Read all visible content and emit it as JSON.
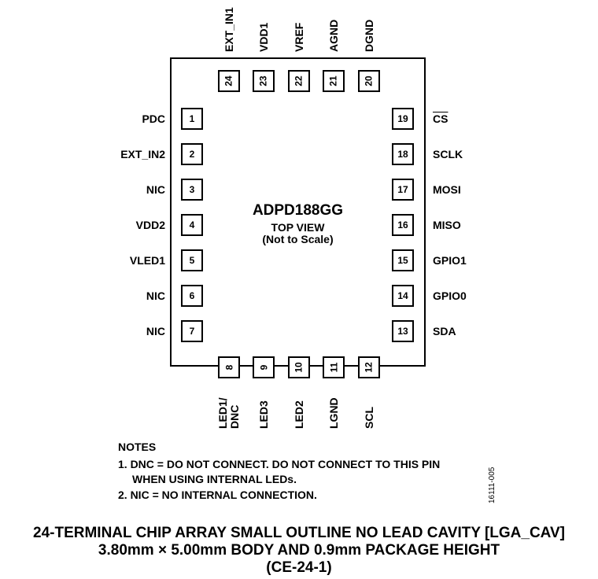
{
  "chip": {
    "part_number": "ADPD188GG",
    "view": "TOP VIEW",
    "scale_note": "(Not to Scale)"
  },
  "pins": {
    "left": [
      {
        "number": "1",
        "name": "PDC"
      },
      {
        "number": "2",
        "name": "EXT_IN2"
      },
      {
        "number": "3",
        "name": "NIC"
      },
      {
        "number": "4",
        "name": "VDD2"
      },
      {
        "number": "5",
        "name": "VLED1"
      },
      {
        "number": "6",
        "name": "NIC"
      },
      {
        "number": "7",
        "name": "NIC"
      }
    ],
    "bottom": [
      {
        "number": "8",
        "name_line1": "LED1/",
        "name_line2": "DNC"
      },
      {
        "number": "9",
        "name_line1": "LED3"
      },
      {
        "number": "10",
        "name_line1": "LED2"
      },
      {
        "number": "11",
        "name_line1": "LGND"
      },
      {
        "number": "12",
        "name_line1": "SCL"
      }
    ],
    "right": [
      {
        "number": "13",
        "name": "SDA"
      },
      {
        "number": "14",
        "name": "GPIO0"
      },
      {
        "number": "15",
        "name": "GPIO1"
      },
      {
        "number": "16",
        "name": "MISO"
      },
      {
        "number": "17",
        "name": "MOSI"
      },
      {
        "number": "18",
        "name": "SCLK"
      },
      {
        "number": "19",
        "name": "CS"
      }
    ],
    "top": [
      {
        "number": "20",
        "name": "DGND"
      },
      {
        "number": "21",
        "name": "AGND"
      },
      {
        "number": "22",
        "name": "VREF"
      },
      {
        "number": "23",
        "name": "VDD1"
      },
      {
        "number": "24",
        "name": "EXT_IN1"
      }
    ]
  },
  "notes": {
    "heading": "NOTES",
    "note1_line1": "1. DNC = DO NOT CONNECT. DO NOT CONNECT TO THIS PIN",
    "note1_line2": "WHEN USING INTERNAL LEDs.",
    "note2": "2. NIC = NO INTERNAL CONNECTION."
  },
  "doc_id": "16111-005",
  "footer": {
    "line1": "24-TERMINAL CHIP ARRAY SMALL OUTLINE NO LEAD CAVITY [LGA_CAV]",
    "line2": "3.80mm × 5.00mm BODY AND 0.9mm PACKAGE HEIGHT",
    "line3": "(CE-24-1)"
  }
}
